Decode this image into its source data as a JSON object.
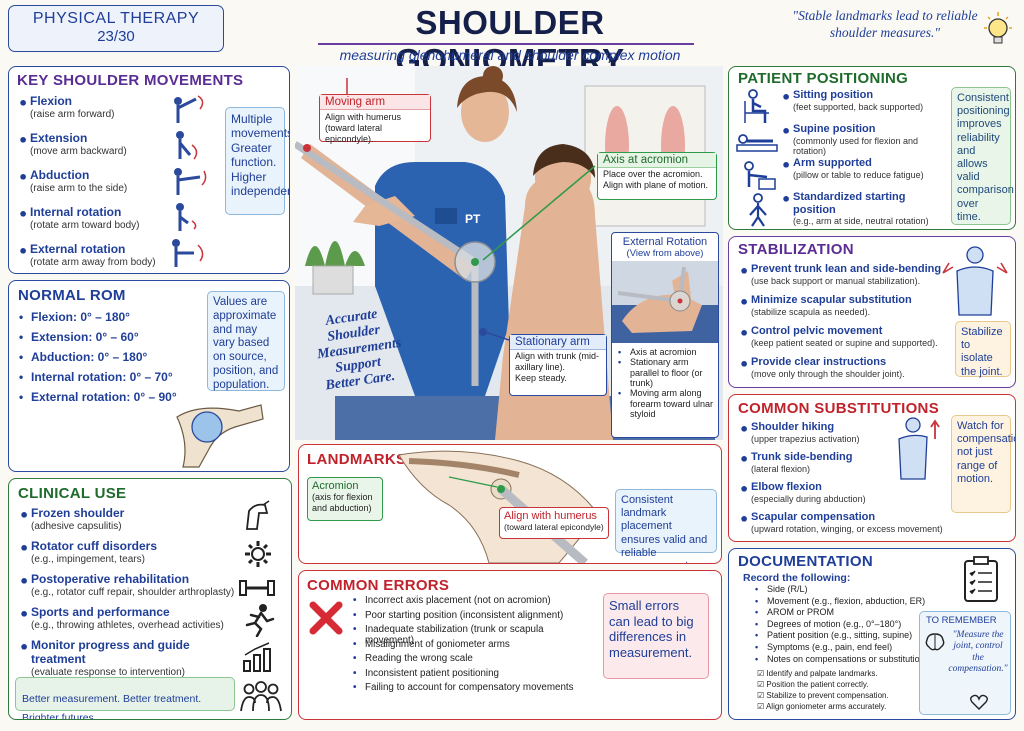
{
  "header": {
    "badge_line1": "PHYSICAL THERAPY",
    "badge_line2": "23/30",
    "title": "SHOULDER GONIOMETRY",
    "subtitle": "measuring glenohumeral and shoulder complex motion",
    "quote": "\"Stable landmarks lead to reliable shoulder measures.\""
  },
  "movements": {
    "title": "KEY SHOULDER MOVEMENTS",
    "items": [
      {
        "label": "Flexion",
        "sub": "(raise arm forward)"
      },
      {
        "label": "Extension",
        "sub": "(move arm backward)"
      },
      {
        "label": "Abduction",
        "sub": "(raise arm to the side)"
      },
      {
        "label": "Internal rotation",
        "sub": "(rotate arm toward body)"
      },
      {
        "label": "External rotation",
        "sub": "(rotate arm away from body)"
      }
    ],
    "note": "Multiple movements. Greater function. Higher independence."
  },
  "rom": {
    "title": "NORMAL ROM",
    "items": [
      "Flexion: 0° – 180°",
      "Extension: 0° – 60°",
      "Abduction: 0° – 180°",
      "Internal rotation: 0° – 70°",
      "External rotation: 0° – 90°"
    ],
    "note": "Values are approximate and may vary based on source, position, and population."
  },
  "clinical": {
    "title": "CLINICAL USE",
    "items": [
      {
        "label": "Frozen shoulder",
        "sub": "(adhesive capsulitis)"
      },
      {
        "label": "Rotator cuff disorders",
        "sub": "(e.g., impingement, tears)"
      },
      {
        "label": "Postoperative rehabilitation",
        "sub": "(e.g., rotator cuff repair, shoulder arthroplasty)"
      },
      {
        "label": "Sports and performance",
        "sub": "(e.g., throwing athletes, overhead activities)"
      },
      {
        "label": "Monitor progress and guide treatment",
        "sub": "(evaluate response to intervention)"
      }
    ],
    "footer": "Better measurement. Better treatment. Brighter futures."
  },
  "photo": {
    "moving_arm_title": "Moving arm",
    "moving_arm_text": "Align with humerus (toward lateral epicondyle).",
    "axis_title": "Axis at acromion",
    "axis_items": [
      "Place over the acromion.",
      "Align with plane of motion."
    ],
    "stationary_title": "Stationary arm",
    "stationary_items": [
      "Align with trunk (mid-axillary line).",
      "Keep steady."
    ],
    "shirt_label": "PT",
    "slogan": "Accurate Shoulder Measurements Support Better Care.",
    "ext_title": "External Rotation",
    "ext_sub": "(View from above)",
    "ext_items": [
      "Axis at acromion",
      "Stationary arm parallel to floor (or trunk)",
      "Moving arm along forearm toward ulnar styloid"
    ]
  },
  "landmarks": {
    "title": "LANDMARKS",
    "acromion_title": "Acromion",
    "acromion_sub": "(axis for flexion and abduction)",
    "humerus_title": "Align with humerus",
    "humerus_sub": "(toward lateral epicondyle)",
    "note": "Consistent landmark placement ensures valid and reliable measurements."
  },
  "errors": {
    "title": "COMMON ERRORS",
    "items": [
      "Incorrect axis placement (not on acromion)",
      "Poor starting position (inconsistent alignment)",
      "Inadequate stabilization (trunk or scapula movement)",
      "Misalignment of goniometer arms",
      "Reading the wrong scale",
      "Inconsistent patient positioning",
      "Failing to account for compensatory movements"
    ],
    "note": "Small errors can lead to big differences in measurement."
  },
  "positioning": {
    "title": "PATIENT POSITIONING",
    "items": [
      {
        "label": "Sitting position",
        "sub": "(feet supported, back supported)"
      },
      {
        "label": "Supine position",
        "sub": "(commonly used for flexion and rotation)"
      },
      {
        "label": "Arm supported",
        "sub": "(pillow or table to reduce fatigue)"
      },
      {
        "label": "Standardized starting position",
        "sub": "(e.g., arm at side, neutral rotation)"
      }
    ],
    "note": "Consistent positioning improves reliability and allows valid comparison over time."
  },
  "stabilization": {
    "title": "STABILIZATION",
    "items": [
      {
        "label": "Prevent trunk lean and side-bending",
        "sub": "(use back support or manual stabilization)."
      },
      {
        "label": "Minimize scapular substitution",
        "sub": "(stabilize scapula as needed)."
      },
      {
        "label": "Control pelvic movement",
        "sub": "(keep patient seated or supine and supported)."
      },
      {
        "label": "Provide clear instructions",
        "sub": "(move only through the shoulder joint)."
      }
    ],
    "note": "Stabilize to isolate the joint."
  },
  "substitutions": {
    "title": "COMMON SUBSTITUTIONS",
    "items": [
      {
        "label": "Shoulder hiking",
        "sub": "(upper trapezius activation)"
      },
      {
        "label": "Trunk side-bending",
        "sub": "(lateral flexion)"
      },
      {
        "label": "Elbow flexion",
        "sub": "(especially during abduction)"
      },
      {
        "label": "Scapular compensation",
        "sub": "(upward rotation, winging, or excess movement)"
      }
    ],
    "note": "Watch for compensation, not just range of motion."
  },
  "documentation": {
    "title": "DOCUMENTATION",
    "lead": "Record the following:",
    "items": [
      "Side (R/L)",
      "Movement (e.g., flexion, abduction, ER)",
      "AROM or PROM",
      "Degrees of motion (e.g., 0°–180°)",
      "Patient position (e.g., sitting, supine)",
      "Symptoms (e.g., pain, end feel)",
      "Notes on compensations or substitutions"
    ],
    "checks": [
      "Identify and palpate landmarks.",
      "Position the patient correctly.",
      "Stabilize to prevent compensation.",
      "Align goniometer arms accurately."
    ],
    "remember_title": "TO REMEMBER",
    "remember_text": "\"Measure the joint, control the compensation.\""
  }
}
